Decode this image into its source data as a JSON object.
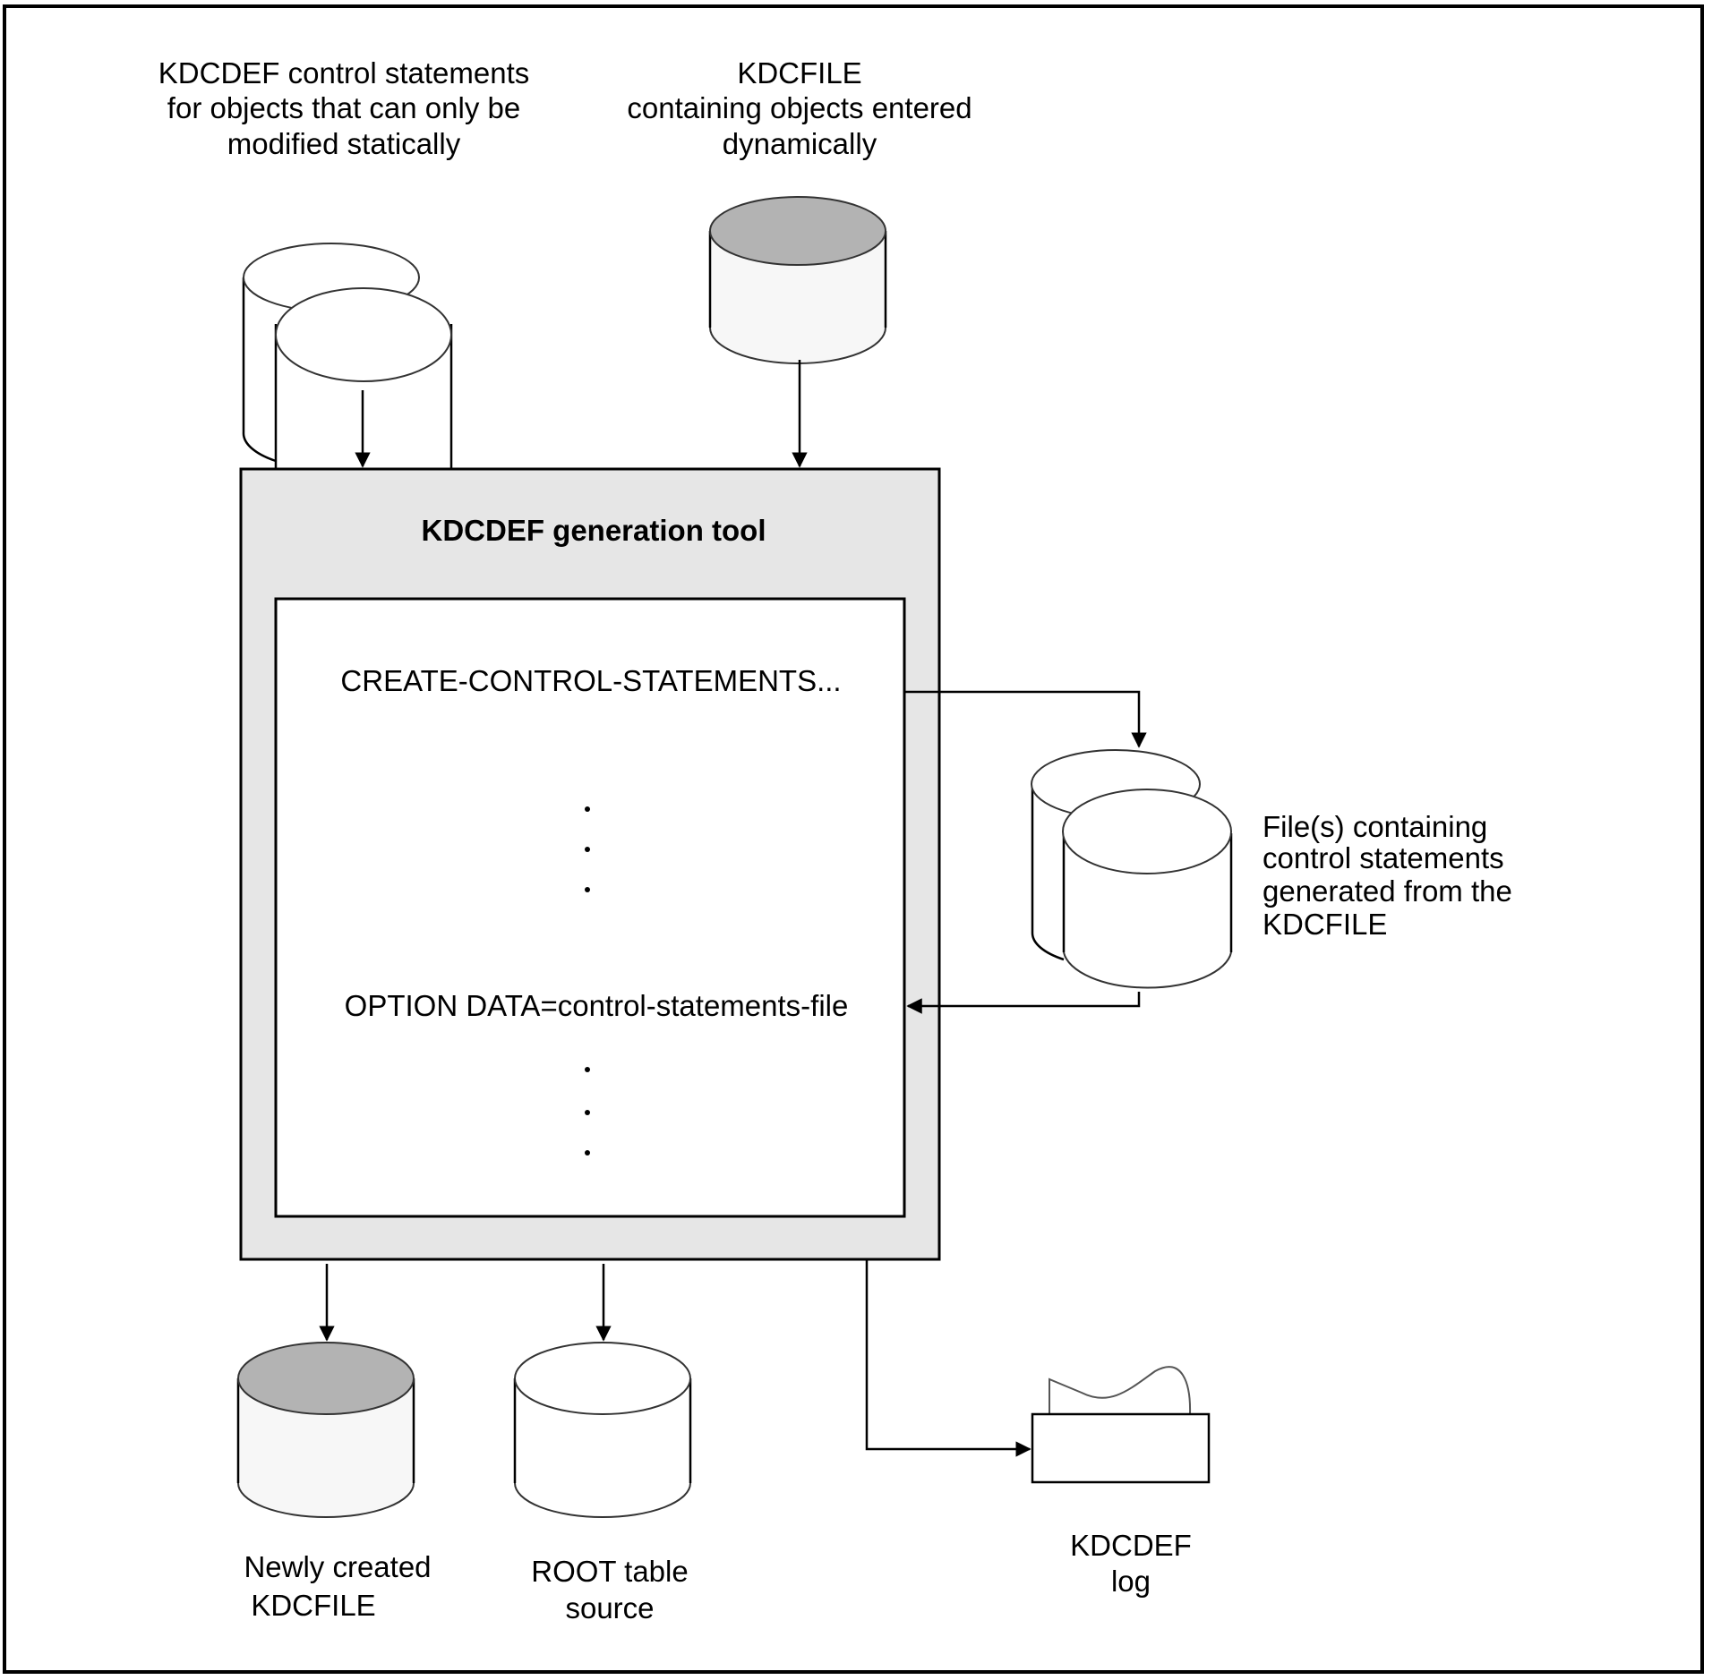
{
  "diagram": {
    "top_left_label": [
      "KDCDEF control statements",
      "for objects that can only be",
      "modified statically"
    ],
    "top_right_label": [
      "KDCFILE",
      "containing objects entered",
      "dynamically"
    ],
    "tool_title": "KDCDEF generation tool",
    "statement_create": "CREATE-CONTROL-STATEMENTS...",
    "statement_option": "OPTION DATA=control-statements-file",
    "side_label": [
      "File(s) containing",
      "control statements",
      "generated from the",
      "KDCFILE"
    ],
    "bottom_left_label": [
      "Newly created",
      "KDCFILE"
    ],
    "bottom_mid_label": [
      "ROOT table",
      "source"
    ],
    "bottom_right_label": [
      "KDCDEF",
      "log"
    ],
    "colors": {
      "tool_box_fill": "#e6e6e6",
      "inner_box_fill": "#ffffff",
      "kdcfile_top_fill": "#b3b3b3",
      "kdcfile_body_fill": "#f7f7f7",
      "line": "#000000"
    },
    "icons": {
      "stacked_files": "stacked-database-icon",
      "kdcfile": "shaded-database-icon",
      "database": "database-icon",
      "log": "printer-output-icon"
    }
  }
}
